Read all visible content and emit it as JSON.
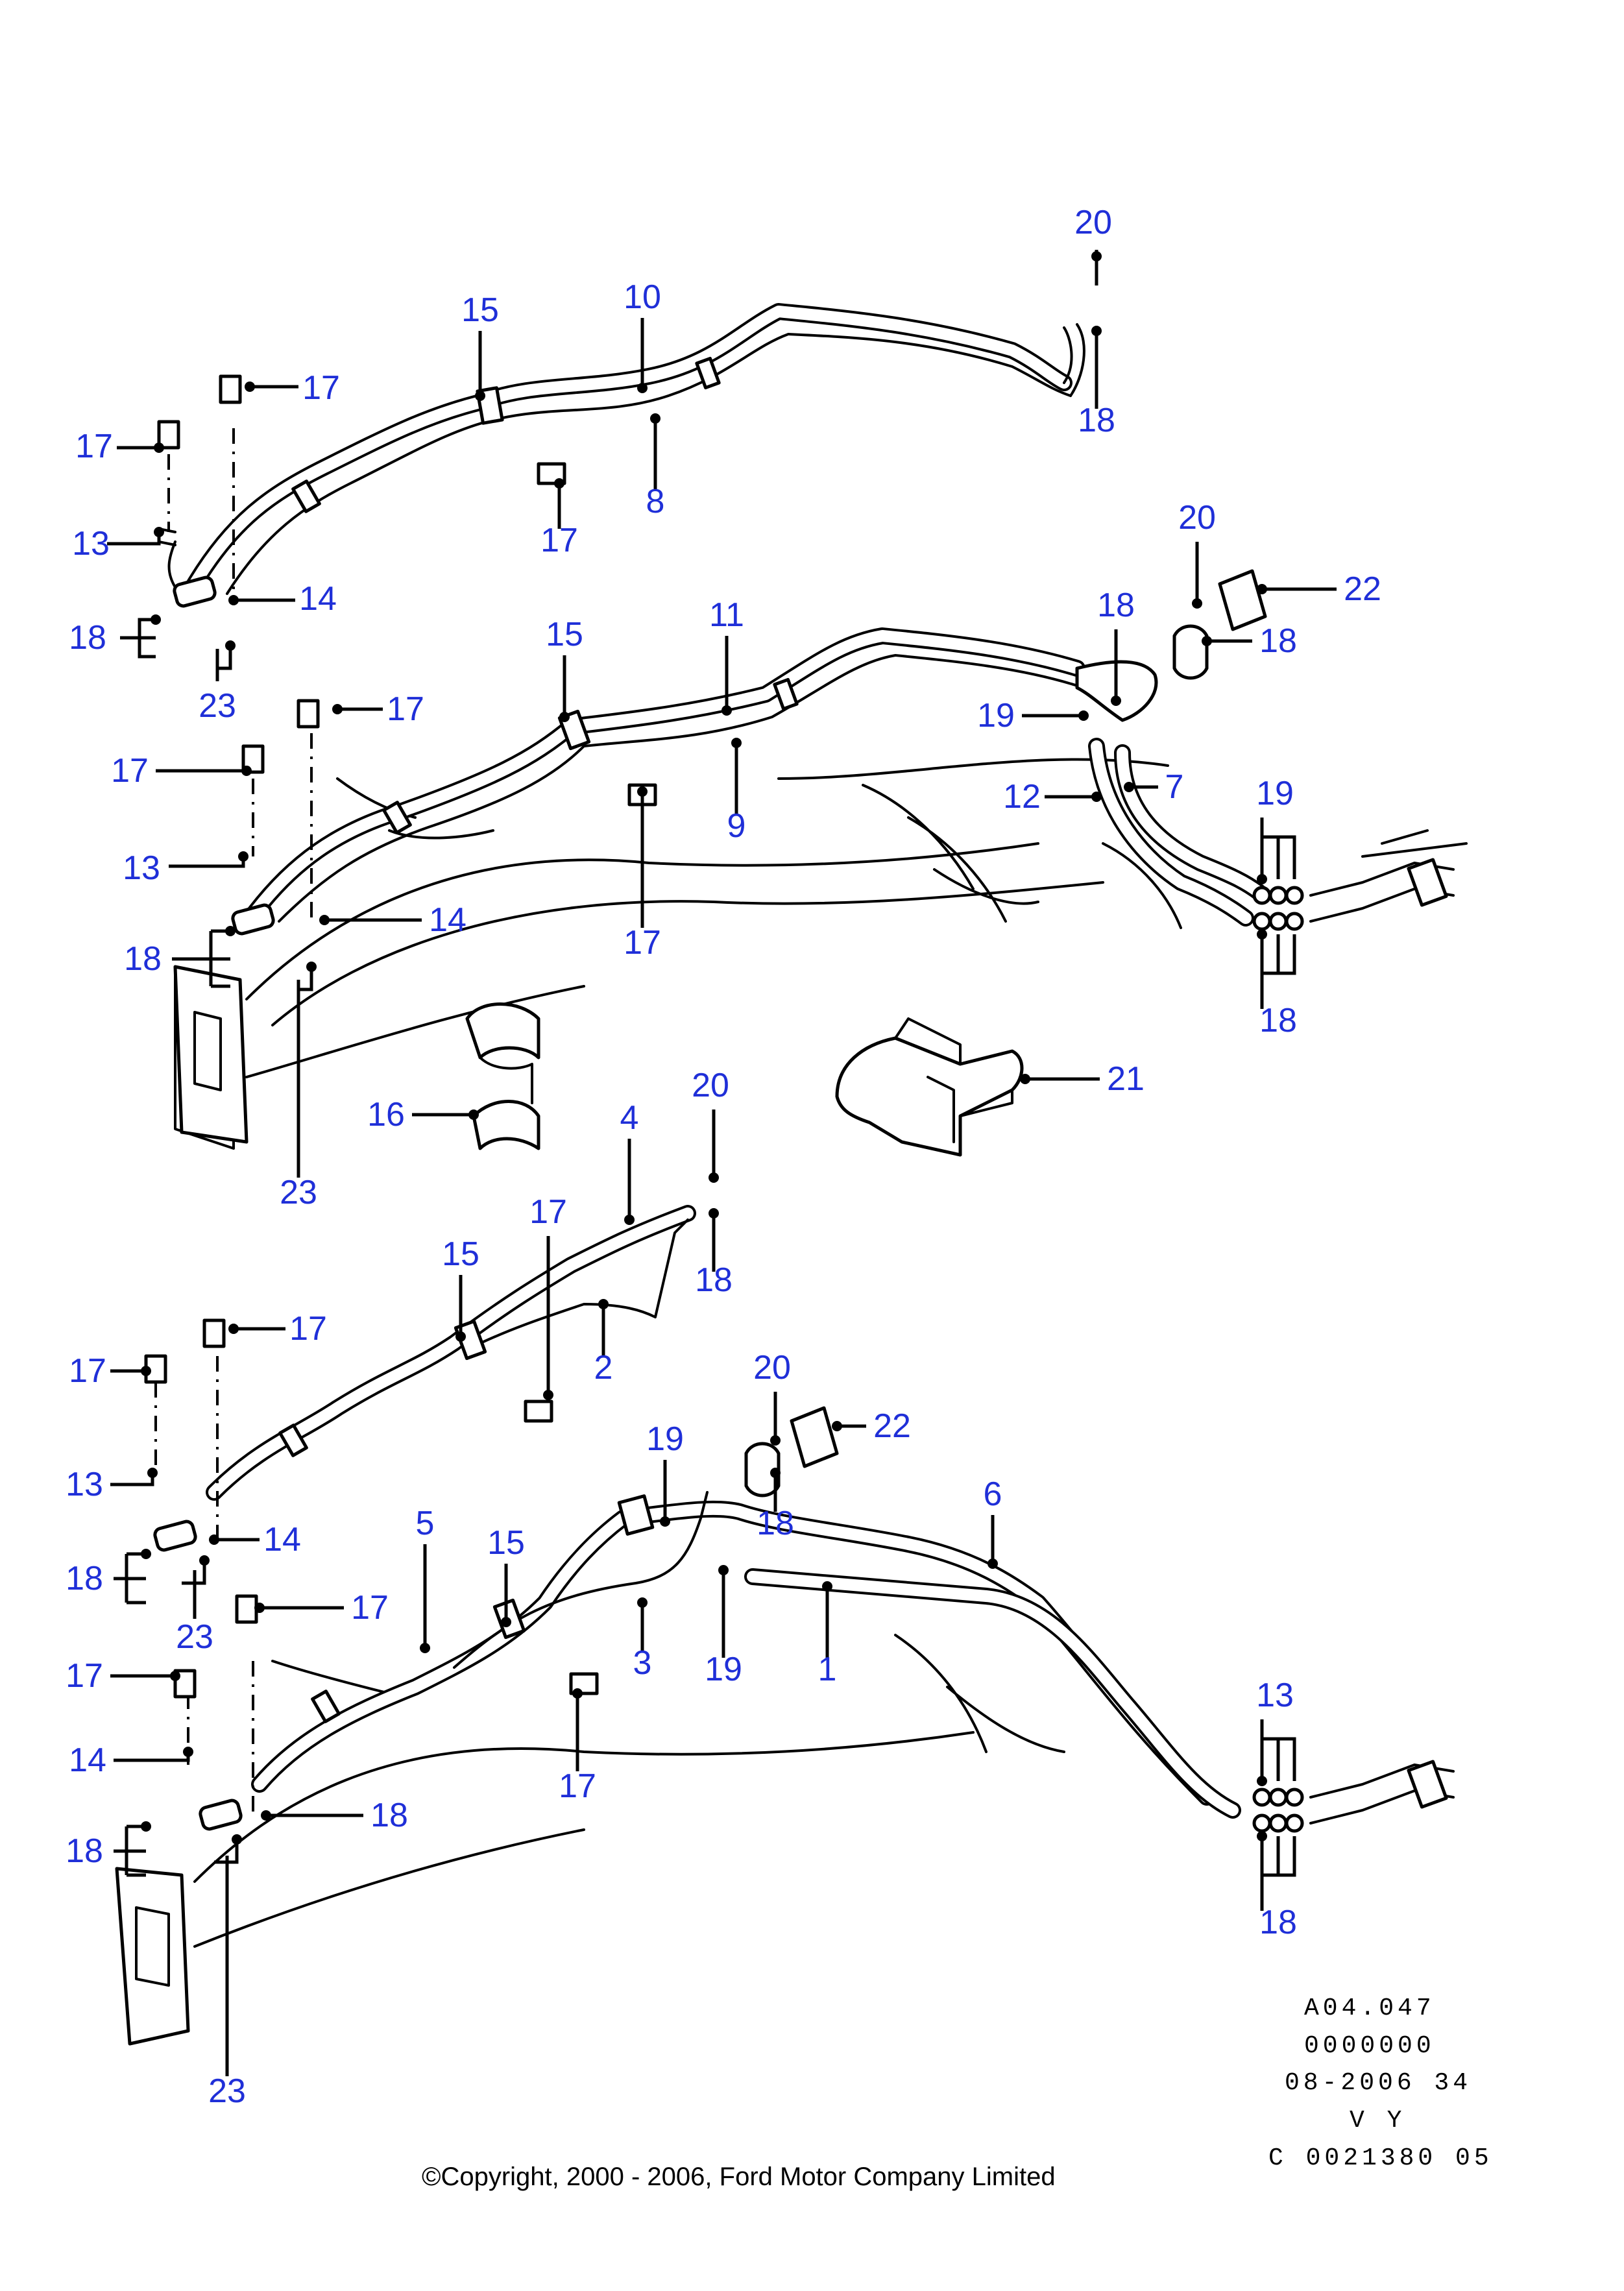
{
  "callouts": {
    "c01": "20",
    "c02": "10",
    "c03": "15",
    "c04": "17",
    "c05": "17",
    "c06": "18",
    "c07": "8",
    "c08": "17",
    "c09": "13",
    "c10": "14",
    "c11": "18",
    "c12": "23",
    "c13": "20",
    "c14": "22",
    "c15": "18",
    "c16": "18",
    "c17": "11",
    "c18": "15",
    "c19": "17",
    "c20": "17",
    "c21": "19",
    "c22": "7",
    "c23": "12",
    "c24": "9",
    "c25": "19",
    "c26": "13",
    "c27": "14",
    "c28": "17",
    "c29": "18",
    "c30": "18",
    "c31": "23",
    "c32": "16",
    "c33": "21",
    "c34": "20",
    "c35": "4",
    "c36": "17",
    "c37": "18",
    "c38": "15",
    "c39": "17",
    "c40": "2",
    "c41": "17",
    "c42": "20",
    "c43": "22",
    "c44": "19",
    "c45": "6",
    "c46": "13",
    "c47": "14",
    "c48": "18",
    "c49": "5",
    "c50": "15",
    "c51": "18",
    "c52": "23",
    "c53": "17",
    "c54": "3",
    "c55": "1",
    "c56": "17",
    "c57": "19",
    "c58": "13",
    "c59": "14",
    "c60": "17",
    "c61": "18",
    "c62": "18",
    "c63": "23"
  },
  "reference": [
    "A04.047",
    "0000000",
    "08-2006 34",
    "V Y",
    "C 0021380 05"
  ],
  "copyright": "©Copyright, 2000 - 2006, Ford Motor Company Limited"
}
